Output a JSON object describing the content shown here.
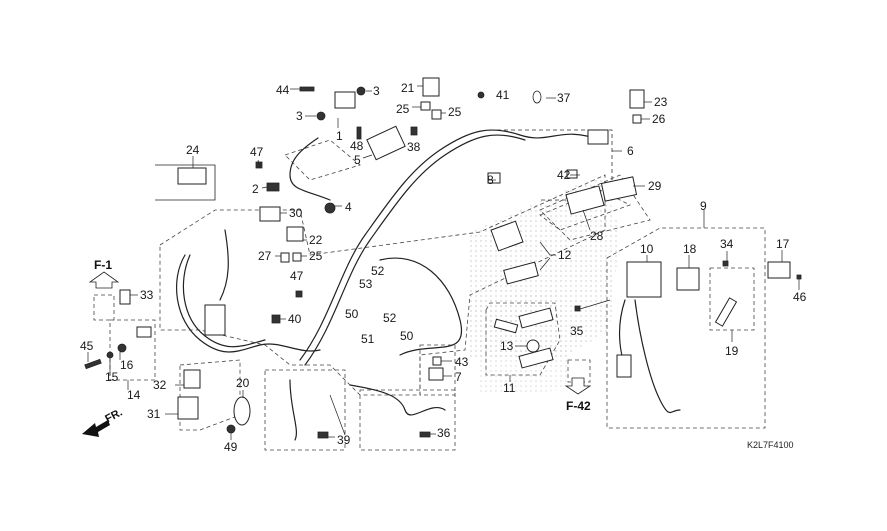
{
  "diagram": {
    "title": "Wire Harness Parts Diagram",
    "diagram_code": "K2L7F4100",
    "references": {
      "f1": "F-1",
      "f42": "F-42"
    },
    "front_marker": "FR.",
    "colors": {
      "line": "#1a1a1a",
      "dash": "#444444",
      "dots": "#9a9a9a",
      "background": "#ffffff"
    },
    "callouts": [
      {
        "id": "p44",
        "label": "44"
      },
      {
        "id": "p3a",
        "label": "3"
      },
      {
        "id": "p3b",
        "label": "3"
      },
      {
        "id": "p1",
        "label": "1"
      },
      {
        "id": "p48",
        "label": "48"
      },
      {
        "id": "p5",
        "label": "5"
      },
      {
        "id": "p21",
        "label": "21"
      },
      {
        "id": "p25a",
        "label": "25"
      },
      {
        "id": "p25b",
        "label": "25"
      },
      {
        "id": "p38",
        "label": "38"
      },
      {
        "id": "p41",
        "label": "41"
      },
      {
        "id": "p37",
        "label": "37"
      },
      {
        "id": "p23",
        "label": "23"
      },
      {
        "id": "p26",
        "label": "26"
      },
      {
        "id": "p6",
        "label": "6"
      },
      {
        "id": "p8",
        "label": "8"
      },
      {
        "id": "p42",
        "label": "42"
      },
      {
        "id": "p29",
        "label": "29"
      },
      {
        "id": "p28",
        "label": "28"
      },
      {
        "id": "p12",
        "label": "12"
      },
      {
        "id": "p24",
        "label": "24"
      },
      {
        "id": "p47a",
        "label": "47"
      },
      {
        "id": "p2",
        "label": "2"
      },
      {
        "id": "p4",
        "label": "4"
      },
      {
        "id": "p30",
        "label": "30"
      },
      {
        "id": "p22",
        "label": "22"
      },
      {
        "id": "p27",
        "label": "27"
      },
      {
        "id": "p25c",
        "label": "25"
      },
      {
        "id": "p47b",
        "label": "47"
      },
      {
        "id": "p33",
        "label": "33"
      },
      {
        "id": "p40",
        "label": "40"
      },
      {
        "id": "p52a",
        "label": "52"
      },
      {
        "id": "p53",
        "label": "53"
      },
      {
        "id": "p50a",
        "label": "50"
      },
      {
        "id": "p52b",
        "label": "52"
      },
      {
        "id": "p51",
        "label": "51"
      },
      {
        "id": "p50b",
        "label": "50"
      },
      {
        "id": "p45",
        "label": "45"
      },
      {
        "id": "p16",
        "label": "16"
      },
      {
        "id": "p15",
        "label": "15"
      },
      {
        "id": "p14",
        "label": "14"
      },
      {
        "id": "p32",
        "label": "32"
      },
      {
        "id": "p31",
        "label": "31"
      },
      {
        "id": "p20",
        "label": "20"
      },
      {
        "id": "p49",
        "label": "49"
      },
      {
        "id": "p39",
        "label": "39"
      },
      {
        "id": "p36",
        "label": "36"
      },
      {
        "id": "p43",
        "label": "43"
      },
      {
        "id": "p7",
        "label": "7"
      },
      {
        "id": "p11",
        "label": "11"
      },
      {
        "id": "p13",
        "label": "13"
      },
      {
        "id": "p35",
        "label": "35"
      },
      {
        "id": "p9",
        "label": "9"
      },
      {
        "id": "p10",
        "label": "10"
      },
      {
        "id": "p18",
        "label": "18"
      },
      {
        "id": "p34",
        "label": "34"
      },
      {
        "id": "p19",
        "label": "19"
      },
      {
        "id": "p17",
        "label": "17"
      },
      {
        "id": "p46",
        "label": "46"
      }
    ]
  }
}
